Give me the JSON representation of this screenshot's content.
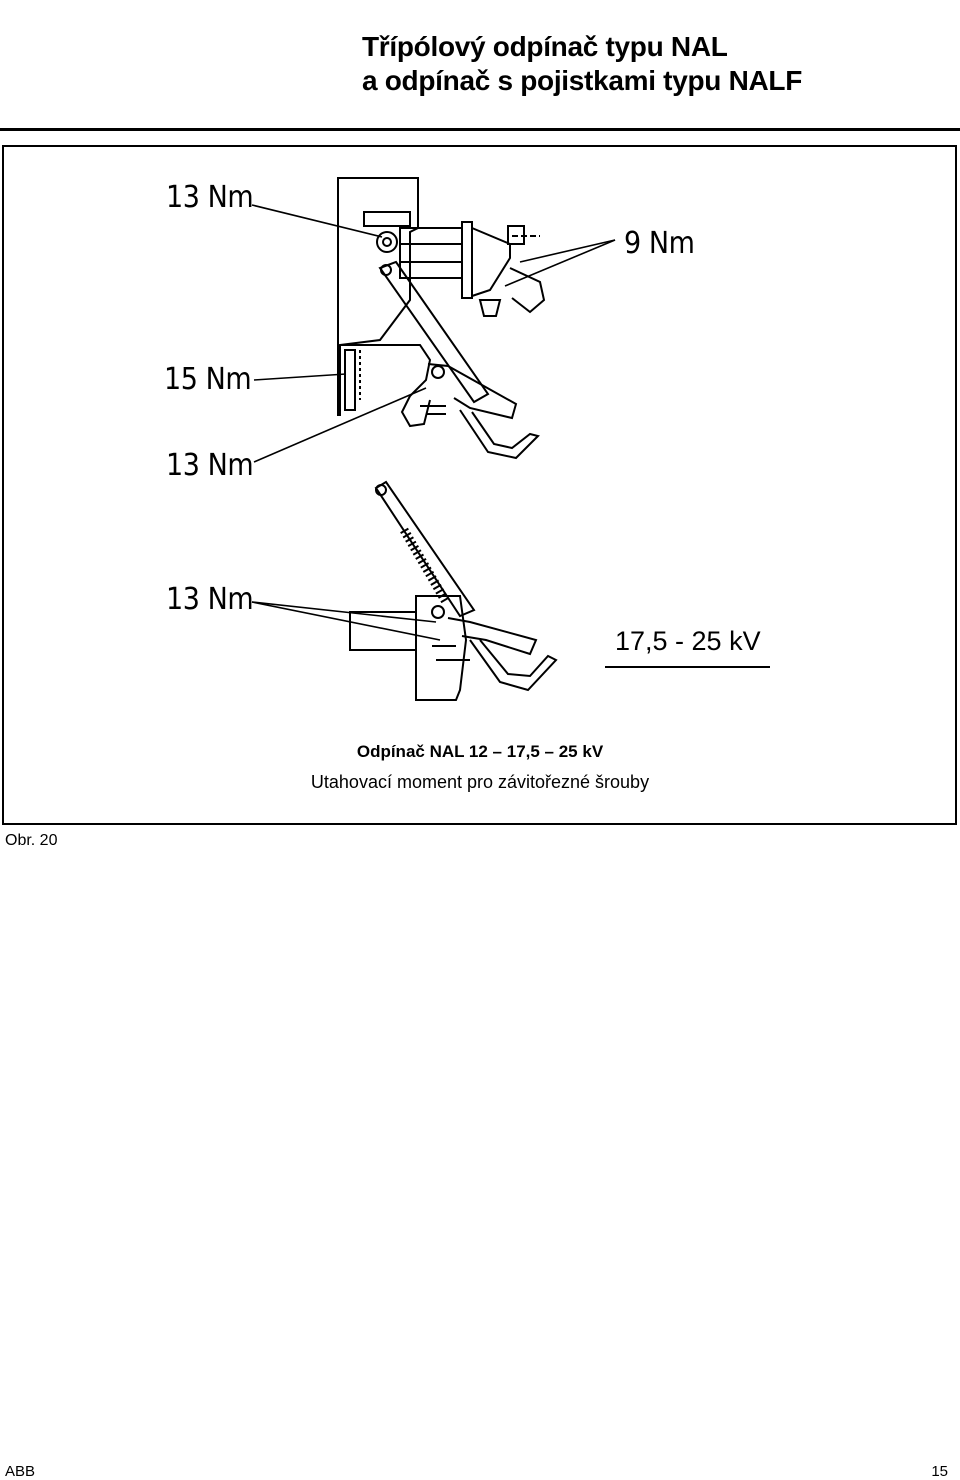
{
  "header": {
    "title_line1": "Třípólový odpínač typu NAL",
    "title_line2": "a odpínač s pojistkami typu NALF"
  },
  "figure": {
    "torque_labels": [
      "13 Nm",
      "9 Nm",
      "15 Nm",
      "13 Nm",
      "13 Nm"
    ],
    "voltage_label": "17,5 - 25 kV",
    "caption_title": "Odpínač NAL 12 – 17,5 – 25 kV",
    "caption_text": "Utahovací moment pro závitořezné šrouby",
    "figure_number": "Obr. 20"
  },
  "footer": {
    "brand": "ABB",
    "page_number": "15"
  }
}
